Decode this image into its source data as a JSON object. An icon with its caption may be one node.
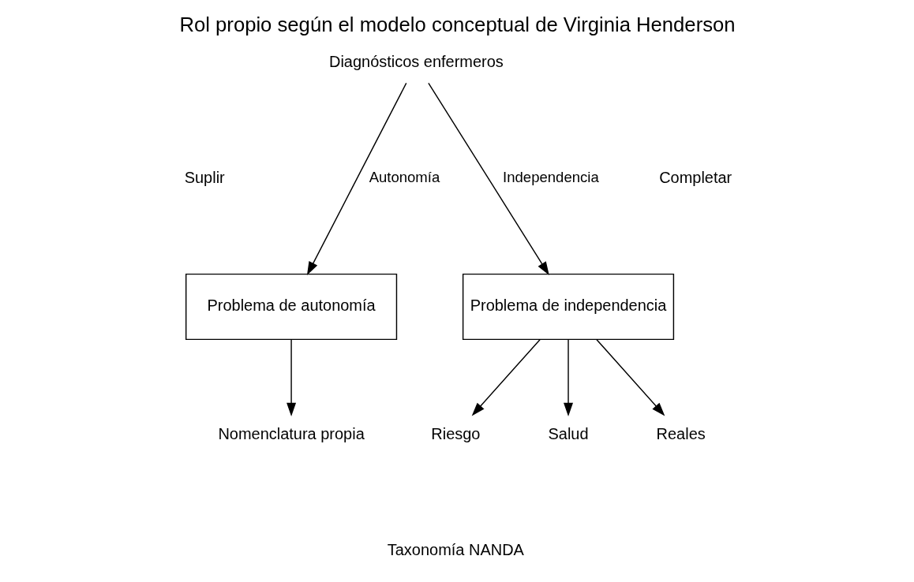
{
  "diagram": {
    "title": "Rol propio según el modelo conceptual de Virginia Henderson",
    "nodes": [
      {
        "text": [
          "Diagnósticos enfermeros"
        ]
      },
      {
        "text": [
          "Problema de autonomía"
        ]
      },
      {
        "text": [
          "Problema de independencia"
        ]
      },
      {
        "text": [
          "Nomenclatura propia"
        ]
      },
      {
        "text": [
          "Reales"
        ]
      },
      {
        "text": [
          "Riesgo"
        ]
      },
      {
        "text": [
          "Salud"
        ]
      }
    ],
    "edges": [
      {
        "from": 0,
        "to": 1,
        "arrow": "to",
        "label": "Autonomía"
      },
      {
        "from": 0,
        "to": 2,
        "arrow": "to",
        "label": "Independencia"
      },
      {
        "from": 1,
        "to": 3,
        "arrow": "to"
      },
      {
        "from": 2,
        "to": 4,
        "arrow": "to"
      },
      {
        "from": 2,
        "to": 5,
        "arrow": "to"
      },
      {
        "from": 2,
        "to": 6,
        "arrow": "to"
      }
    ],
    "labels": [
      "Suplir",
      "Completar",
      "Taxonomía NANDA"
    ]
  }
}
